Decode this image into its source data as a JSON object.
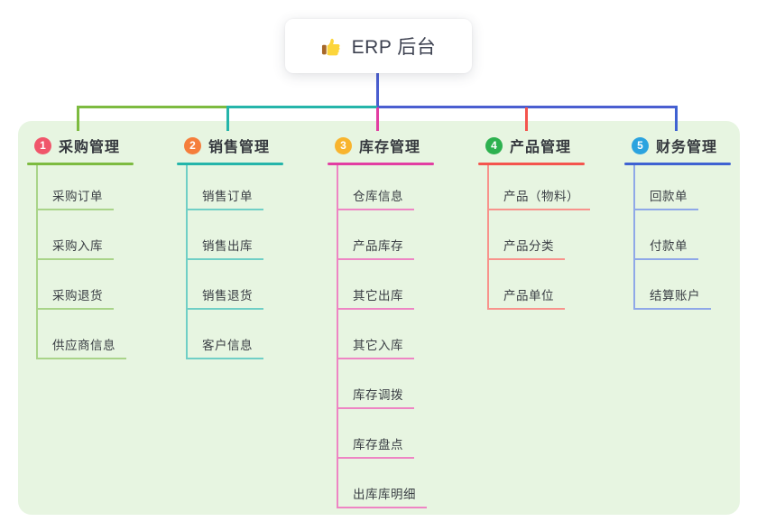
{
  "root": {
    "title": "ERP 后台",
    "icon": "thumbs-up",
    "icon_char": "👍"
  },
  "colors": {
    "root_line": "#4a5ed0",
    "panel_bg": "#e7f5e1",
    "title_text": "#3e4251",
    "node_text": "#35383d"
  },
  "branches": [
    {
      "num": "1",
      "label": "采购管理",
      "badge_color": "#f0566b",
      "line_color": "#7dbb40",
      "child_line_color": "#a9d489",
      "children": [
        "采购订单",
        "采购入库",
        "采购退货",
        "供应商信息"
      ]
    },
    {
      "num": "2",
      "label": "销售管理",
      "badge_color": "#f57e3c",
      "line_color": "#25b5aa",
      "child_line_color": "#70cfc6",
      "children": [
        "销售订单",
        "销售出库",
        "销售退货",
        "客户信息"
      ]
    },
    {
      "num": "3",
      "label": "库存管理",
      "badge_color": "#f8b42e",
      "line_color": "#e23ea2",
      "child_line_color": "#ee85c4",
      "children": [
        "仓库信息",
        "产品库存",
        "其它出库",
        "其它入库",
        "库存调拨",
        "库存盘点",
        "出库库明细"
      ]
    },
    {
      "num": "4",
      "label": "产品管理",
      "badge_color": "#2db14f",
      "line_color": "#f4544d",
      "child_line_color": "#f8938c",
      "children": [
        "产品（物料）",
        "产品分类",
        "产品单位"
      ]
    },
    {
      "num": "5",
      "label": "财务管理",
      "badge_color": "#2ba3df",
      "line_color": "#3f62d2",
      "child_line_color": "#8fa8e8",
      "children": [
        "回款单",
        "付款单",
        "结算账户"
      ]
    }
  ]
}
